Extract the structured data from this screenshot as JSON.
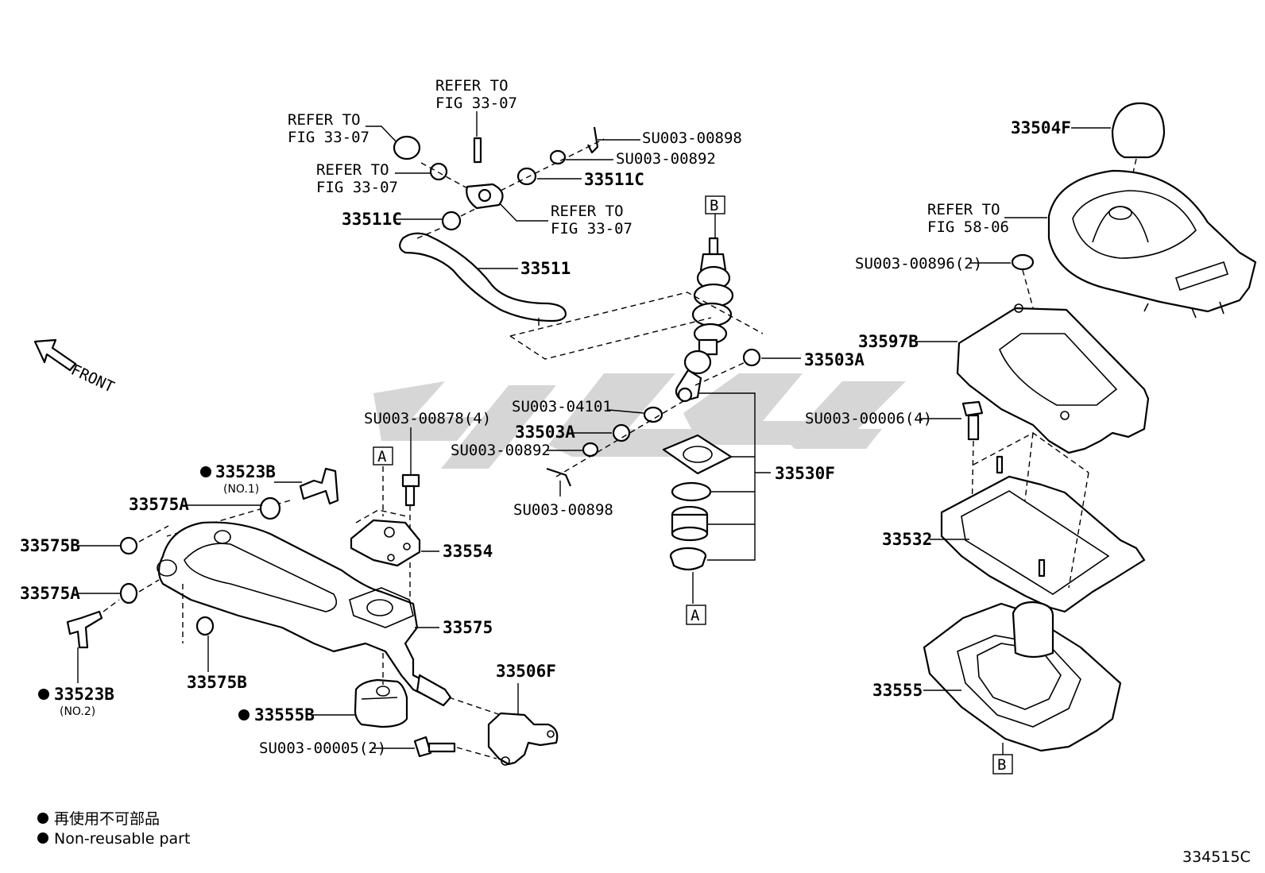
{
  "watermark": "",
  "figure_code": "334515C",
  "front_label": "FRONT",
  "legend": {
    "line1": "再使用不可部品",
    "line2": "Non-reusable part"
  },
  "callouts": {
    "refer_fig_33_07_top": [
      "REFER TO",
      "FIG 33-07"
    ],
    "refer_fig_33_07_left": [
      "REFER TO",
      "FIG 33-07"
    ],
    "refer_fig_33_07_mid": [
      "REFER TO",
      "FIG 33-07"
    ],
    "refer_fig_33_07_right": [
      "REFER TO",
      "FIG 33-07"
    ],
    "refer_fig_58_06": [
      "REFER TO",
      "FIG 58-06"
    ],
    "box_a": "A",
    "box_b": "B"
  },
  "parts": {
    "p33504F": "33504F",
    "p33511C_a": "33511C",
    "p33511C_b": "33511C",
    "p33511": "33511",
    "p33503A_a": "33503A",
    "p33503A_b": "33503A",
    "p33530F": "33530F",
    "p33597B": "33597B",
    "p33532": "33532",
    "p33555": "33555",
    "p33523B_1": "33523B",
    "p33523B_1_note": "(NO.1)",
    "p33523B_2": "33523B",
    "p33523B_2_note": "(NO.2)",
    "p33575A_a": "33575A",
    "p33575A_b": "33575A",
    "p33575B_a": "33575B",
    "p33575B_b": "33575B",
    "p33554": "33554",
    "p33575": "33575",
    "p33506F": "33506F",
    "p33555B": "33555B",
    "su_00898_top": "SU003-00898",
    "su_00892_top": "SU003-00892",
    "su_00896": "SU003-00896(2)",
    "su_04101": "SU003-04101",
    "su_00892_mid": "SU003-00892",
    "su_00898_mid": "SU003-00898",
    "su_00878": "SU003-00878(4)",
    "su_00006": "SU003-00006(4)",
    "su_00005": "SU003-00005(2)"
  }
}
